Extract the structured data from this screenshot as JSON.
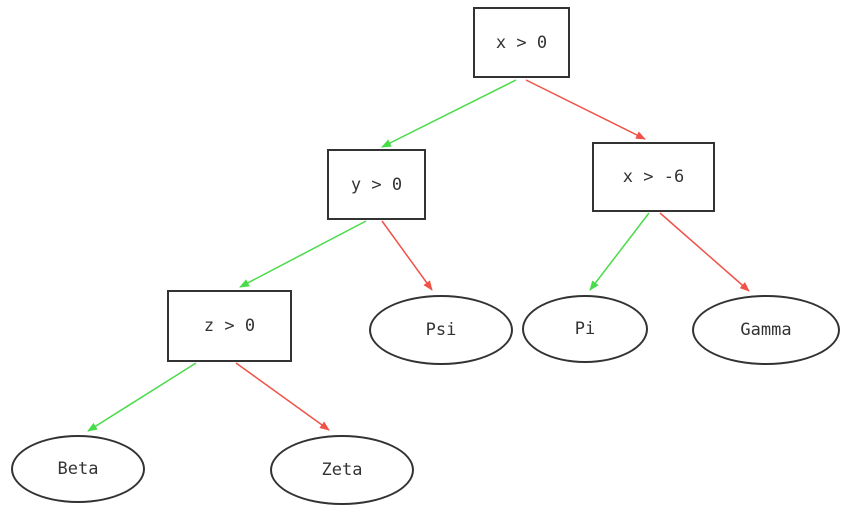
{
  "diagram": {
    "type": "decision-tree",
    "background": "#ffffff",
    "colors": {
      "true_edge": "#49dc49",
      "false_edge": "#f05248",
      "node_border": "#333333",
      "node_text": "#333333",
      "node_fill": "#ffffff",
      "background": "#ffffff"
    },
    "nodes": [
      {
        "id": "x-gt-0",
        "label": "x > 0",
        "shape": "rect",
        "role": "decision"
      },
      {
        "id": "y-gt-0",
        "label": "y > 0",
        "shape": "rect",
        "role": "decision"
      },
      {
        "id": "x-gt-neg6",
        "label": "x > -6",
        "shape": "rect",
        "role": "decision"
      },
      {
        "id": "z-gt-0",
        "label": "z > 0",
        "shape": "rect",
        "role": "decision"
      },
      {
        "id": "psi",
        "label": "Psi",
        "shape": "ellipse",
        "role": "leaf"
      },
      {
        "id": "pi",
        "label": "Pi",
        "shape": "ellipse",
        "role": "leaf"
      },
      {
        "id": "gamma",
        "label": "Gamma",
        "shape": "ellipse",
        "role": "leaf"
      },
      {
        "id": "beta",
        "label": "Beta",
        "shape": "ellipse",
        "role": "leaf"
      },
      {
        "id": "zeta",
        "label": "Zeta",
        "shape": "ellipse",
        "role": "leaf"
      }
    ],
    "edges": [
      {
        "from": "x-gt-0",
        "to": "y-gt-0",
        "branch": "true",
        "color": "green"
      },
      {
        "from": "x-gt-0",
        "to": "x-gt-neg6",
        "branch": "false",
        "color": "red"
      },
      {
        "from": "y-gt-0",
        "to": "z-gt-0",
        "branch": "true",
        "color": "green"
      },
      {
        "from": "y-gt-0",
        "to": "psi",
        "branch": "false",
        "color": "red"
      },
      {
        "from": "x-gt-neg6",
        "to": "pi",
        "branch": "true",
        "color": "green"
      },
      {
        "from": "x-gt-neg6",
        "to": "gamma",
        "branch": "false",
        "color": "red"
      },
      {
        "from": "z-gt-0",
        "to": "beta",
        "branch": "true",
        "color": "green"
      },
      {
        "from": "z-gt-0",
        "to": "zeta",
        "branch": "false",
        "color": "red"
      }
    ]
  }
}
